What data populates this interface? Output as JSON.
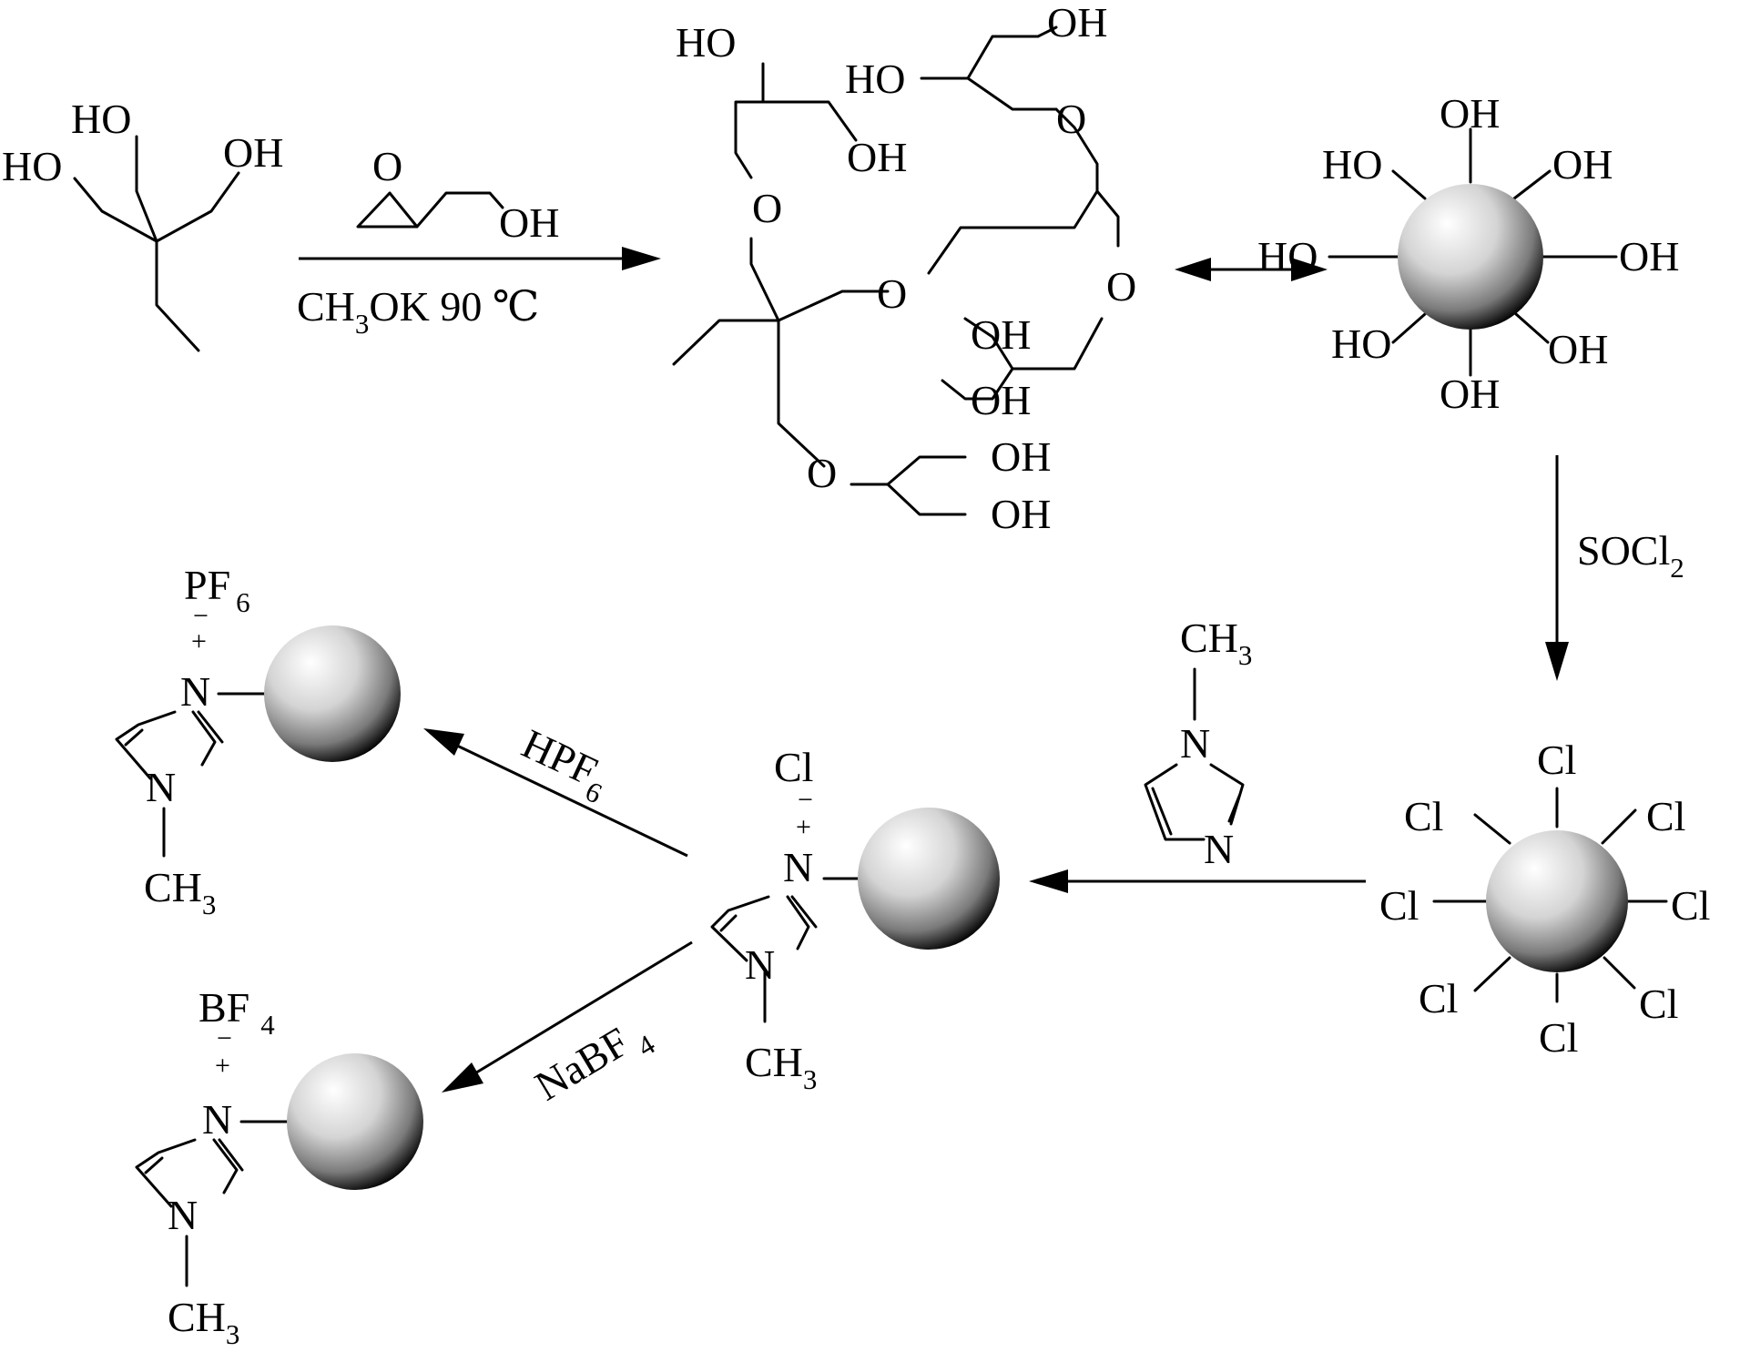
{
  "atoms": {
    "ho": "HO",
    "oh": "OH",
    "o": "O",
    "n": "N",
    "cl": "Cl",
    "ch": "CH",
    "ch_sub": "3",
    "plus": "+",
    "minus": "−"
  },
  "reagents": {
    "step1_main": "CH",
    "step1_sub": "3",
    "step1_rest": "OK  90 ℃",
    "step1_epoxide_oh": "OH",
    "socl2_main": "SOCl",
    "socl2_sub": "2",
    "hpf6_main": "HPF",
    "hpf6_sub": "6",
    "nabf4_main": "NaBF",
    "nabf4_sub": "4"
  },
  "anions": {
    "cl": "Cl",
    "pf6_main": "PF",
    "pf6_sub": "6",
    "bf4_main": "BF",
    "bf4_sub": "4"
  },
  "colors": {
    "line": "#000000",
    "sphere_highlight": "#ffffff",
    "sphere_mid": "#a8a8a8",
    "sphere_shadow": "#000000"
  }
}
